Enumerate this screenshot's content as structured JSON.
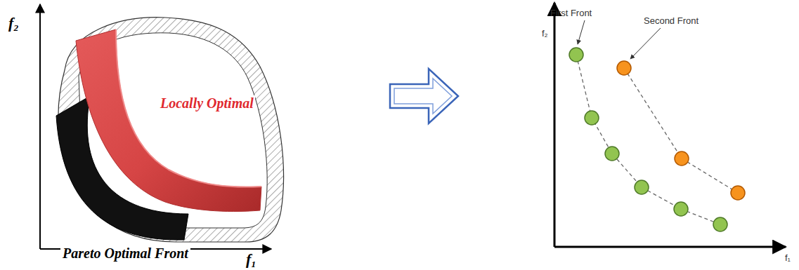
{
  "diagram": {
    "labels": [
      "f₂",
      "Locally Optimal",
      "Pareto Optimal Front",
      "f₁",
      "First Front",
      "Second Front",
      "f₂",
      "f₁"
    ]
  }
}
